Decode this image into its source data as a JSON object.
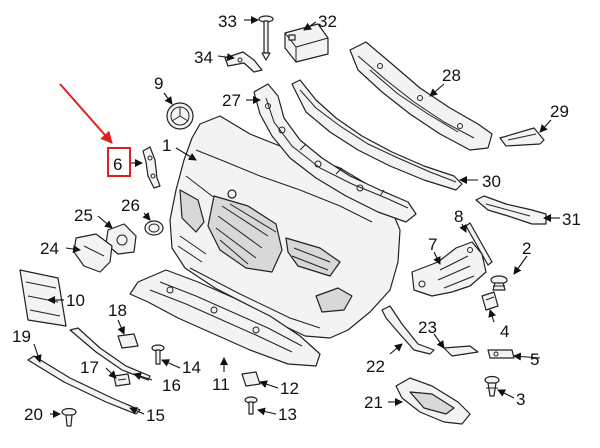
{
  "callouts": {
    "c1": "1",
    "c2": "2",
    "c3": "3",
    "c4": "4",
    "c5": "5",
    "c6": "6",
    "c7": "7",
    "c8": "8",
    "c9": "9",
    "c10": "10",
    "c11": "11",
    "c12": "12",
    "c13": "13",
    "c14": "14",
    "c15": "15",
    "c16": "16",
    "c17": "17",
    "c18": "18",
    "c19": "19",
    "c20": "20",
    "c21": "21",
    "c22": "22",
    "c23": "23",
    "c24": "24",
    "c25": "25",
    "c26": "26",
    "c27": "27",
    "c28": "28",
    "c29": "29",
    "c30": "30",
    "c31": "31",
    "c32": "32",
    "c33": "33",
    "c34": "34"
  },
  "highlight": {
    "part": "6",
    "color": "#e02020"
  }
}
